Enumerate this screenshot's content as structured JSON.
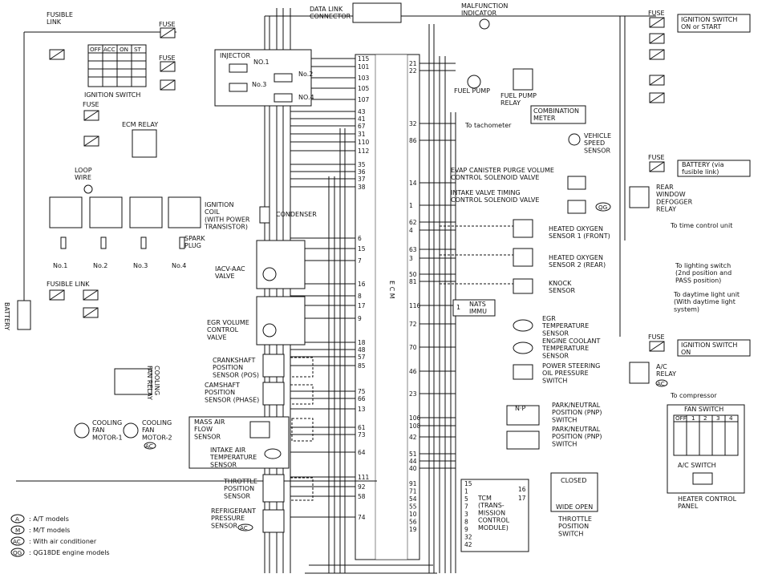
{
  "ecm": {
    "label": "E C M"
  },
  "pins_left": [
    "115",
    "101",
    "103",
    "105",
    "107",
    "43",
    "41",
    "67",
    "31",
    "110",
    "112",
    "35",
    "36",
    "37",
    "38",
    "6",
    "15",
    "7",
    "16",
    "8",
    "17",
    "9",
    "18",
    "48",
    "57",
    "85",
    "75",
    "66",
    "13",
    "61",
    "73",
    "64",
    "111",
    "92",
    "58",
    "74"
  ],
  "pins_right": [
    "21",
    "22",
    "32",
    "86",
    "14",
    "1",
    "62",
    "4",
    "63",
    "3",
    "50",
    "81",
    "116",
    "72",
    "70",
    "46",
    "23",
    "106",
    "108",
    "42",
    "51",
    "44",
    "40"
  ],
  "tcm_pins": [
    "91",
    "71",
    "54",
    "55",
    "10",
    "56",
    "19"
  ],
  "tcm_pins_inner": [
    "15",
    "1",
    "5",
    "7",
    "3",
    "8",
    "9",
    "32",
    "42"
  ],
  "labels": {
    "fusible_link_top": "FUSIBLE\nLINK",
    "fuse": "FUSE",
    "ignition_switch": "IGNITION SWITCH",
    "ign_cols": [
      "OFF",
      "ACC",
      "ON",
      "ST"
    ],
    "injector": "INJECTOR",
    "inj_no1": "NO.1",
    "inj_no2": "No.2",
    "inj_no3": "No.3",
    "inj_no4": "NO.4",
    "ecm_relay": "ECM RELAY",
    "data_link": "DATA LINK\nCONNECTOR",
    "mil": "MALFUNCTION\nINDICATOR",
    "fuel_pump": "FUEL PUMP",
    "fuel_pump_relay": "FUEL PUMP\nRELAY",
    "combination_meter": "COMBINATION\nMETER",
    "to_tachometer": "To tachometer",
    "vss": "VEHICLE\nSPEED\nSENSOR",
    "ign_on_start": "IGNITION SWITCH\nON or START",
    "battery_via": "BATTERY (via\nfusible link)",
    "rear_defogger": "REAR\nWINDOW\nDEFOGGER\nRELAY",
    "to_time_control": "To time control unit",
    "to_lighting": "To lighting switch\n(2nd position and\nPASS position)",
    "to_daytime": "To daytime light unit\n(With daytime light\nsystem)",
    "evap": "EVAP CANISTER PURGE VOLUME\nCONTROL SOLENOID VALVE",
    "ivt": "INTAKE VALVE TIMING\nCONTROL SOLENOID VALVE",
    "qg": "QG",
    "loop_wire": "LOOP\nWIRE",
    "ignition_coil": "IGNITION\nCOIL\n(WITH POWER\nTRANSISTOR)",
    "condenser": "CONDENSER",
    "spark_plug": "SPARK\nPLUG",
    "plug_nos": [
      "No.1",
      "No.2",
      "No.3",
      "No.4"
    ],
    "ho2s1": "HEATED OXYGEN\nSENSOR 1 (FRONT)",
    "ho2s2": "HEATED OXYGEN\nSENSOR 2 (REAR)",
    "knock": "KNOCK\nSENSOR",
    "nats": "NATS\nIMMU",
    "nats_pin": "1",
    "egr_temp": "EGR\nTEMPERATURE\nSENSOR",
    "ect": "ENGINE COOLANT\nTEMPERATURE\nSENSOR",
    "ps": "POWER STEERING\nOIL PRESSURE\nSWITCH",
    "fusible_link_mid": "FUSIBLE LINK",
    "battery": "BATTERY",
    "iacv": "IACV-AAC\nVALVE",
    "egr_vol": "EGR VOLUME\nCONTROL\nVALVE",
    "cooling_fan_relay": "COOLING\nFAN RELAY",
    "ckp": "CRANKSHAFT\nPOSITION\nSENSOR (POS)",
    "cmp": "CAMSHAFT\nPOSITION\nSENSOR (PHASE)",
    "maf": "MASS AIR\nFLOW\nSENSOR",
    "iat": "INTAKE AIR\nTEMPERATURE\nSENSOR",
    "fan1": "COOLING\nFAN\nMOTOR-1",
    "fan2": "COOLING\nFAN\nMOTOR-2",
    "ac": "AC",
    "a": "A",
    "m": "M",
    "ign_on": "IGNITION SWITCH\nON",
    "ac_relay": "A/C\nRELAY",
    "to_compressor": "To compressor",
    "pnp_a": "PARK/NEUTRAL\nPOSITION (PNP)\nSWITCH",
    "pnp_m": "PARK/NEUTRAL\nPOSITION (PNP)\nSWITCH",
    "np": "N·P",
    "fan_switch": "FAN SWITCH",
    "fan_cols": [
      "OFF",
      "1",
      "2",
      "3",
      "4"
    ],
    "ac_switch": "A/C SWITCH",
    "heater_panel": "HEATER CONTROL\nPANEL",
    "tps": "THROTTLE\nPOSITION\nSENSOR",
    "refrig": "REFRIGERANT\nPRESSURE\nSENSOR",
    "tcm": "TCM\n(TRANS-\nMISSION\nCONTROL\nMODULE)",
    "closed": "CLOSED",
    "wide_open": "WIDE OPEN",
    "tp_switch": "THROTTLE\nPOSITION\nSWITCH",
    "legend": [
      {
        "sym": "A",
        "text": ": A/T models"
      },
      {
        "sym": "M",
        "text": ": M/T models"
      },
      {
        "sym": "AC",
        "text": ": With air conditioner"
      },
      {
        "sym": "QG",
        "text": ": QG18DE engine models"
      }
    ]
  }
}
